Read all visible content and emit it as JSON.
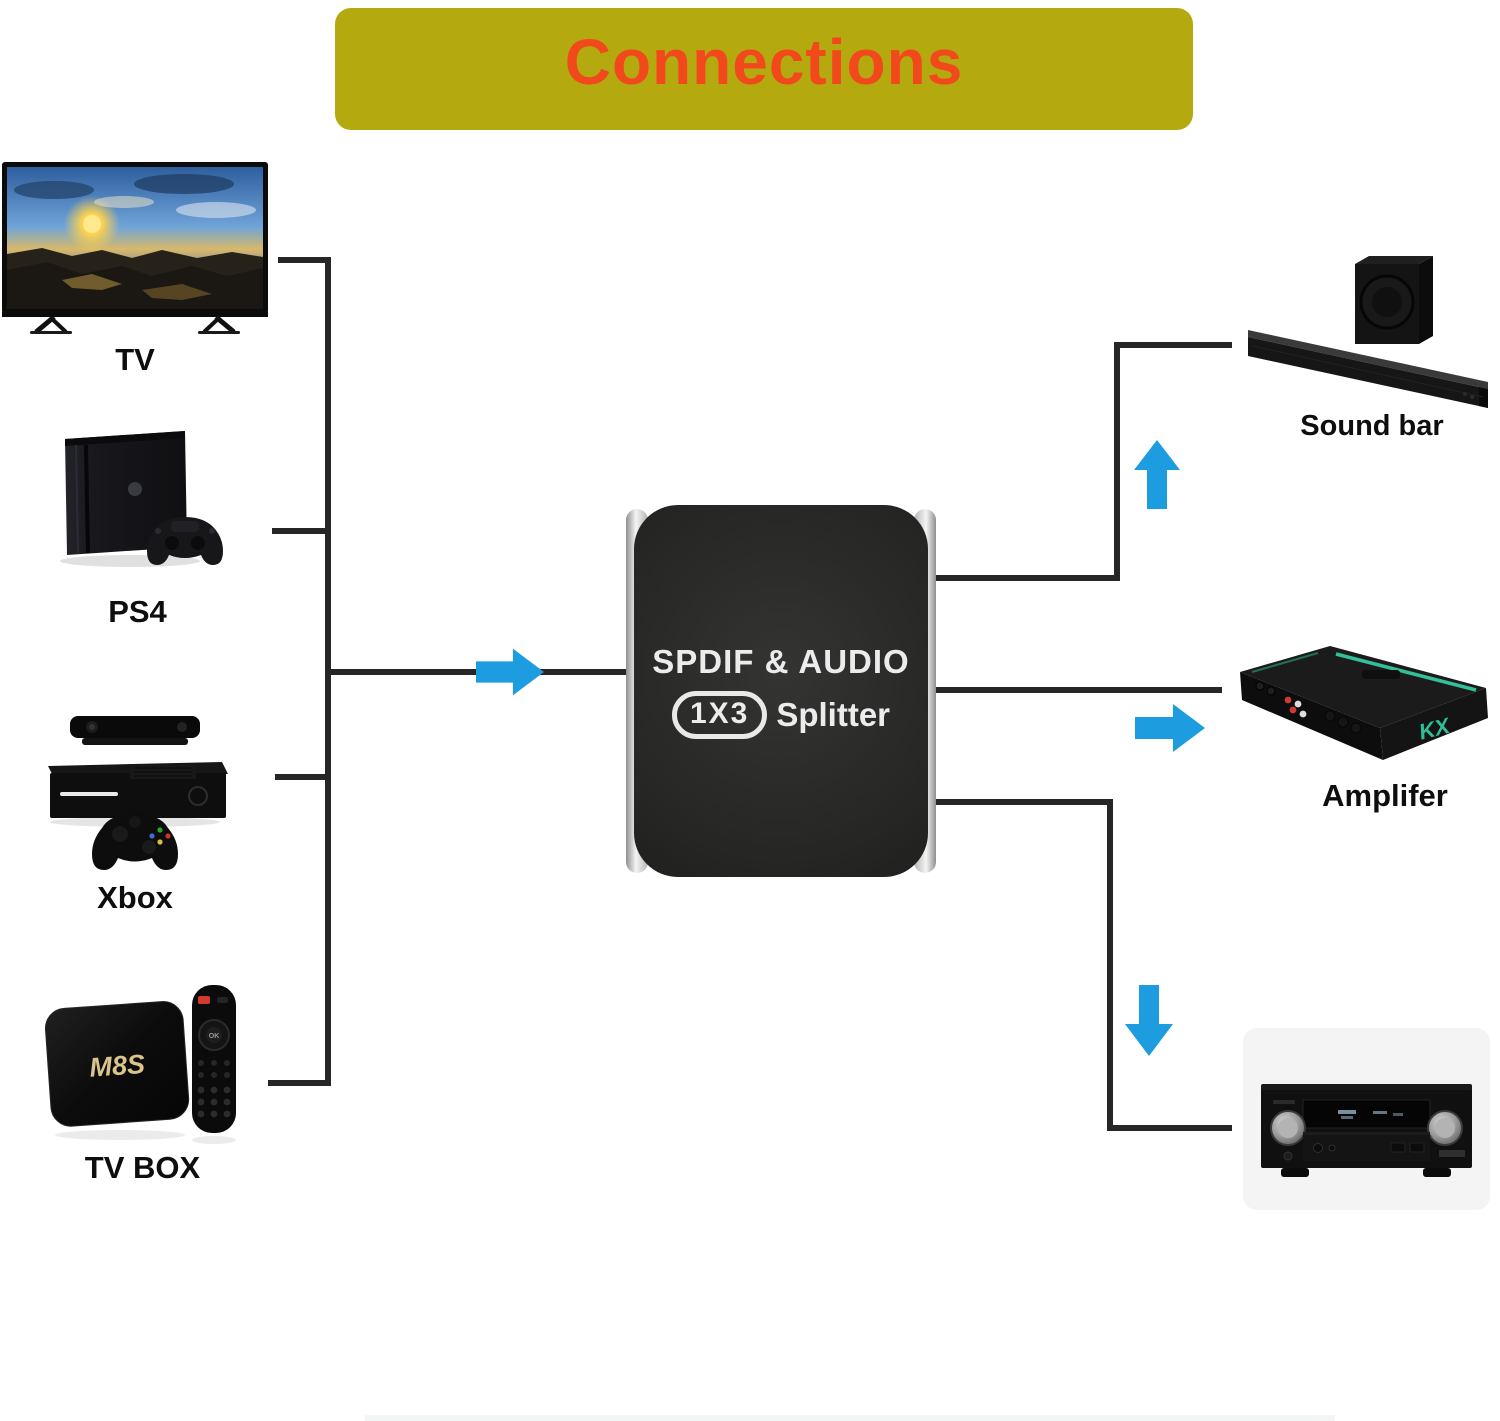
{
  "banner": {
    "label": "Connections",
    "bg_color": "#b4aa0f",
    "text_color": "#f2491c"
  },
  "splitter": {
    "title": "SPDIF & AUDIO",
    "badge": "1X3",
    "subtitle": "Splitter"
  },
  "sources": [
    {
      "id": "tv",
      "label": "TV"
    },
    {
      "id": "ps4",
      "label": "PS4"
    },
    {
      "id": "xbox",
      "label": "Xbox"
    },
    {
      "id": "tvbox",
      "label": "TV BOX",
      "device_text": "M8S",
      "remote_ok": "OK"
    }
  ],
  "outputs": [
    {
      "id": "soundbar",
      "label": "Sound bar"
    },
    {
      "id": "amplifier",
      "label": "Amplifer",
      "logo": "KX"
    },
    {
      "id": "receiver",
      "label": ""
    }
  ],
  "colors": {
    "arrow_blue": "#1d9ce0",
    "line_dark": "#262626",
    "splitter_black": "#1c1c1b"
  }
}
